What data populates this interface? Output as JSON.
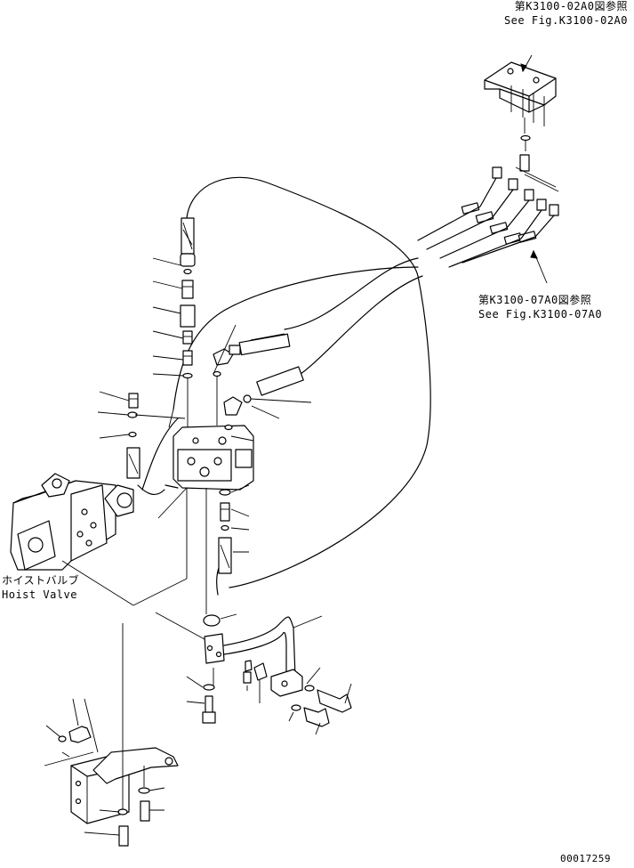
{
  "references": [
    {
      "jp": "第K3100-02A0図参照",
      "en": "See Fig.K3100-02A0"
    },
    {
      "jp": "第K3100-07A0図参照",
      "en": "See Fig.K3100-07A0"
    }
  ],
  "hoist_valve": {
    "jp": "ホイストバルブ",
    "en": "Hoist Valve"
  },
  "drawing_number": "00017259"
}
